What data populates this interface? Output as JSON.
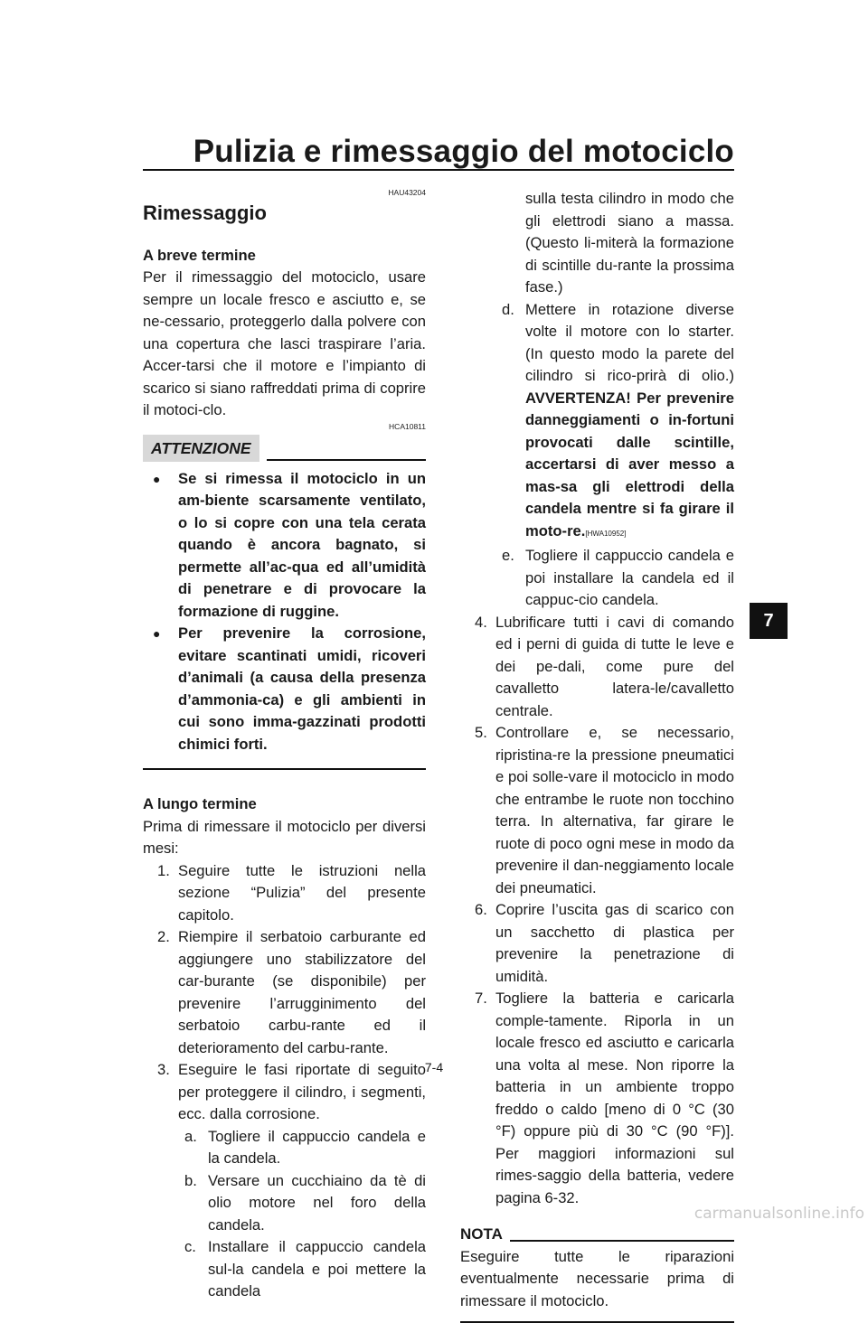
{
  "header": {
    "title": "Pulizia e rimessaggio del motociclo"
  },
  "chapter_tab": "7",
  "page_number": "7-4",
  "watermark": "carmanualsonline.info",
  "left": {
    "code": "HAU43204",
    "section_title": "Rimessaggio",
    "short_term": {
      "heading": "A breve termine",
      "text": "Per il rimessaggio del motociclo, usare sempre un locale fresco e asciutto e, se ne-cessario, proteggerlo dalla polvere con una copertura che lasci traspirare l’aria. Accer-tarsi che il motore e l’impianto di scarico si siano raffreddati prima di coprire il motoci-clo."
    },
    "caution": {
      "code": "HCA10811",
      "label": "ATTENZIONE",
      "items": [
        "Se si rimessa il motociclo in un am-biente scarsamente ventilato, o lo si copre con una tela cerata quando è ancora bagnato, si permette all’ac-qua ed all’umidità di penetrare e di provocare la formazione di ruggine.",
        "Per prevenire la corrosione, evitare scantinati umidi, ricoveri d’animali (a causa della presenza d’ammonia-ca) e gli ambienti in cui sono imma-gazzinati prodotti chimici forti."
      ]
    },
    "long_term": {
      "heading": "A lungo termine",
      "intro": "Prima di rimessare il motociclo per diversi mesi:",
      "steps": [
        {
          "num": "1.",
          "text": "Seguire tutte le istruzioni nella sezione “Pulizia” del presente capitolo."
        },
        {
          "num": "2.",
          "text": "Riempire il serbatoio carburante ed aggiungere uno stabilizzatore del car-burante (se disponibile) per prevenire l’arrugginimento del serbatoio carbu-rante ed il deterioramento del carbu-rante."
        },
        {
          "num": "3.",
          "text": "Eseguire le fasi riportate di seguito per proteggere il cilindro, i segmenti, ecc. dalla corrosione."
        }
      ],
      "substeps": [
        {
          "num": "a.",
          "text": "Togliere il cappuccio candela e la candela."
        },
        {
          "num": "b.",
          "text": "Versare un cucchiaino da tè di olio motore nel foro della candela."
        },
        {
          "num": "c.",
          "text": "Installare il cappuccio candela sul-la candela e poi mettere la candela"
        }
      ]
    }
  },
  "right": {
    "c_continuation": "sulla testa cilindro in modo che gli elettrodi siano a massa. (Questo li-miterà la formazione di scintille du-rante la prossima fase.)",
    "d": {
      "num": "d.",
      "text": "Mettere in rotazione diverse volte il motore con lo starter. (In questo modo la parete del cilindro si rico-prirà di olio.)",
      "warning": "AVVERTENZA! Per prevenire danneggiamenti o in-fortuni provocati dalle scintille, accertarsi di aver messo a mas-sa gli elettrodi della candela mentre si fa girare il moto-re.",
      "warning_code": "[HWA10952]"
    },
    "e": {
      "num": "e.",
      "text": "Togliere il cappuccio candela e poi installare la candela ed il cappuc-cio candela."
    },
    "steps": [
      {
        "num": "4.",
        "text": "Lubrificare tutti i cavi di comando ed i perni di guida di tutte le leve e dei pe-dali, come pure del cavalletto latera-le/cavalletto centrale."
      },
      {
        "num": "5.",
        "text": "Controllare e, se necessario, ripristina-re la pressione pneumatici e poi solle-vare il motociclo in modo che entrambe le ruote non tocchino terra. In alternativa, far girare le ruote di poco ogni mese in modo da prevenire il dan-neggiamento locale dei pneumatici."
      },
      {
        "num": "6.",
        "text": "Coprire l’uscita gas di scarico con un sacchetto di plastica per prevenire la penetrazione di umidità."
      },
      {
        "num": "7.",
        "text": "Togliere la batteria e caricarla comple-tamente. Riporla in un locale fresco ed asciutto e caricarla una volta al mese. Non riporre la batteria in un ambiente troppo freddo o caldo [meno di 0 °C (30 °F) oppure più di 30 °C (90 °F)]. Per maggiori informazioni sul rimes-saggio della batteria, vedere pagina 6-32."
      }
    ],
    "nota": {
      "label": "NOTA",
      "text": "Eseguire tutte le riparazioni eventualmente necessarie prima di rimessare il motociclo."
    }
  }
}
